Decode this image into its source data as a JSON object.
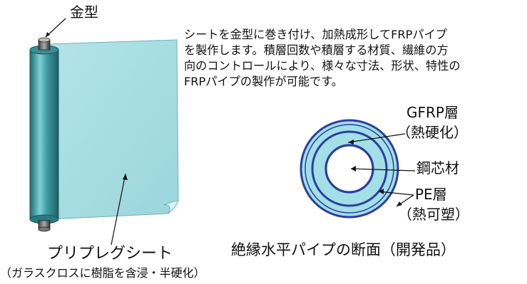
{
  "labels": {
    "mold": "金型",
    "sheet": "プリプレグシート",
    "sheet_note": "（ガラスクロスに樹脂を含浸・半硬化）",
    "gfrp_layer": "GFRP層",
    "gfrp_note": "（熱硬化）",
    "steel_core": "鋼芯材",
    "pe_layer": "PE層",
    "pe_note": "（熱可塑）",
    "cross_section_title": "絶縁水平パイプの断面（開発品）"
  },
  "description": {
    "lines": [
      "シートを金型に巻き付け、加熱成形してFRPパイプ",
      "を製作します。積層回数や積層する材質、繊維の方",
      "向のコントロールにより、様々な寸法、形状、特性の",
      "FRPパイプの製作が可能です。"
    ]
  },
  "colors": {
    "sheet_fill": "#a9dfe4",
    "sheet_edge": "#6fb0b8",
    "roll_dark": "#2f7f86",
    "ring_blue": "#2b3f9e",
    "ring_fill": "#9fdde6"
  }
}
